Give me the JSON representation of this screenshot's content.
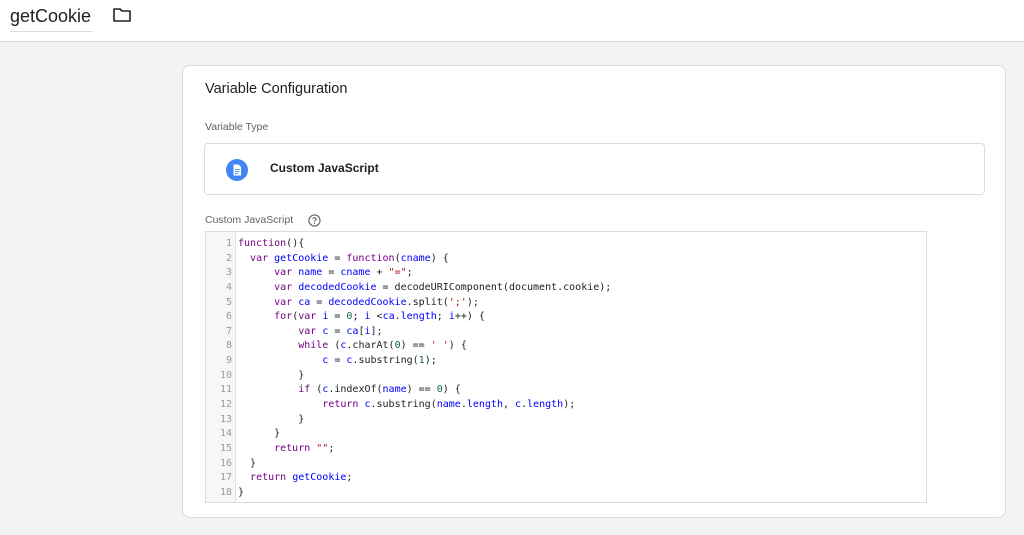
{
  "header": {
    "title": "getCookie"
  },
  "card": {
    "title": "Variable Configuration",
    "variable_type_label": "Variable Type",
    "variable_type": "Custom JavaScript",
    "code_label": "Custom JavaScript"
  },
  "icons": {
    "folder": "folder-icon",
    "variable_type": "document-icon",
    "help": "help-icon"
  },
  "colors": {
    "accent": "#4285f4"
  },
  "code_lines": [
    {
      "n": "1",
      "text": "function(){"
    },
    {
      "n": "2",
      "text": "  var getCookie = function(cname) {"
    },
    {
      "n": "3",
      "text": "      var name = cname + \"=\";"
    },
    {
      "n": "4",
      "text": "      var decodedCookie = decodeURIComponent(document.cookie);"
    },
    {
      "n": "5",
      "text": "      var ca = decodedCookie.split(';');"
    },
    {
      "n": "6",
      "text": "      for(var i = 0; i <ca.length; i++) {"
    },
    {
      "n": "7",
      "text": "          var c = ca[i];"
    },
    {
      "n": "8",
      "text": "          while (c.charAt(0) == ' ') {"
    },
    {
      "n": "9",
      "text": "              c = c.substring(1);"
    },
    {
      "n": "10",
      "text": "          }"
    },
    {
      "n": "11",
      "text": "          if (c.indexOf(name) == 0) {"
    },
    {
      "n": "12",
      "text": "              return c.substring(name.length, c.length);"
    },
    {
      "n": "13",
      "text": "          }"
    },
    {
      "n": "14",
      "text": "      }"
    },
    {
      "n": "15",
      "text": "      return \"\";"
    },
    {
      "n": "16",
      "text": "  }"
    },
    {
      "n": "17",
      "text": "  return getCookie;"
    },
    {
      "n": "18",
      "text": "}"
    }
  ]
}
